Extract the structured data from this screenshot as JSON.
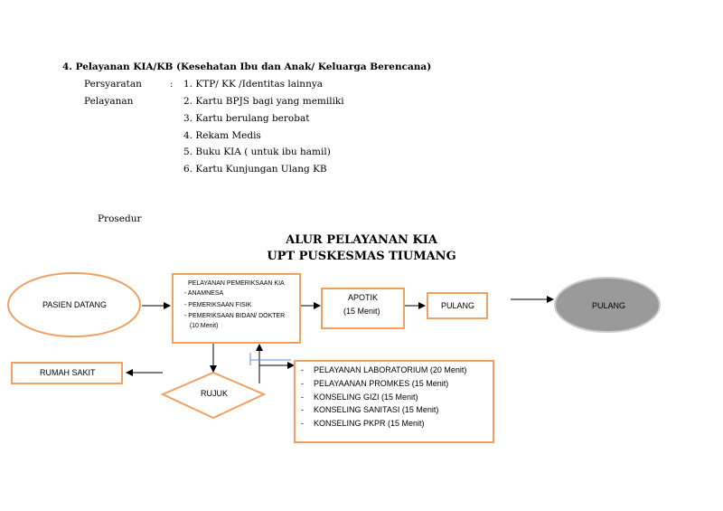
{
  "section": {
    "heading": "4. Pelayanan KIA/KB (Kesehatan Ibu dan Anak/ Keluarga Berencana)",
    "label_line1": "Persyaratan",
    "label_line2": "Pelayanan",
    "colon": ":",
    "requirements": [
      "1. KTP/ KK /Identitas lainnya",
      "2. Kartu BPJS bagi yang memiliki",
      "3. Kartu berulang berobat",
      "4. Rekam Medis",
      "5. Buku KIA ( untuk ibu hamil)",
      "6. Kartu Kunjungan Ulang KB"
    ],
    "prosedur": "Prosedur"
  },
  "flow": {
    "title1": "ALUR PELAYANAN KIA",
    "title2": "UPT PUSKESMAS TIUMANG",
    "start": "PASIEN DATANG",
    "exam": {
      "title": "PELAYANAN PEMERIKSAAN KIA",
      "items": [
        "-  ANAMNESA",
        "-  PEMERIKSAAN FISIK",
        "-  PEMERIKSAAN BIDAN/ DOKTER",
        "   (10 Menit)"
      ]
    },
    "apotik": "APOTIK",
    "apotik_time": "(15 Menit)",
    "pulang_box": "PULANG",
    "pulang_end": "PULANG",
    "rumah_sakit": "RUMAH SAKIT",
    "rujuk": "RUJUK",
    "services": [
      "PELAYANAN LABORATORIUM (20 Menit)",
      "PELAYAANAN PROMKES (15 Menit)",
      "KONSELING GIZI (15 Menit)",
      "KONSELING SANITASI (15 Menit)",
      "KONSELING PKPR (15 Menit)"
    ],
    "dash": "-",
    "colors": {
      "box_border": "#f0a060",
      "end_fill": "#9a9a9a",
      "arrow": "#000000"
    }
  }
}
